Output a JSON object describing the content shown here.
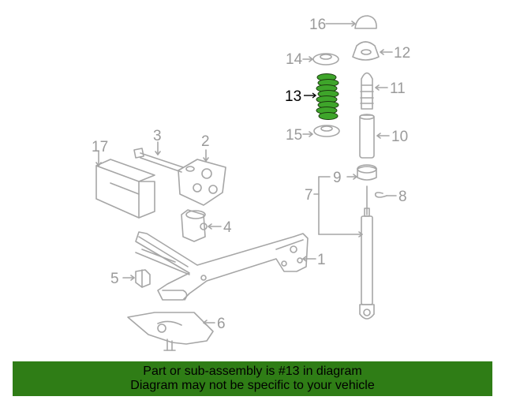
{
  "diagram": {
    "callouts": {
      "c1": "1",
      "c2": "2",
      "c3": "3",
      "c4": "4",
      "c5": "5",
      "c6": "6",
      "c7": "7",
      "c8": "8",
      "c9": "9",
      "c10": "10",
      "c11": "11",
      "c12": "12",
      "c13": "13",
      "c14": "14",
      "c15": "15",
      "c16": "16",
      "c17": "17"
    },
    "highlighted_part": "13",
    "colors": {
      "line": "#a6a6a6",
      "highlight": "#2e8b1e",
      "callout": "#9a9a9a"
    }
  },
  "banner": {
    "line1": "Part or sub-assembly is #13 in diagram",
    "line2": "Diagram may not be specific to your vehicle",
    "background": "#2f7d16"
  }
}
